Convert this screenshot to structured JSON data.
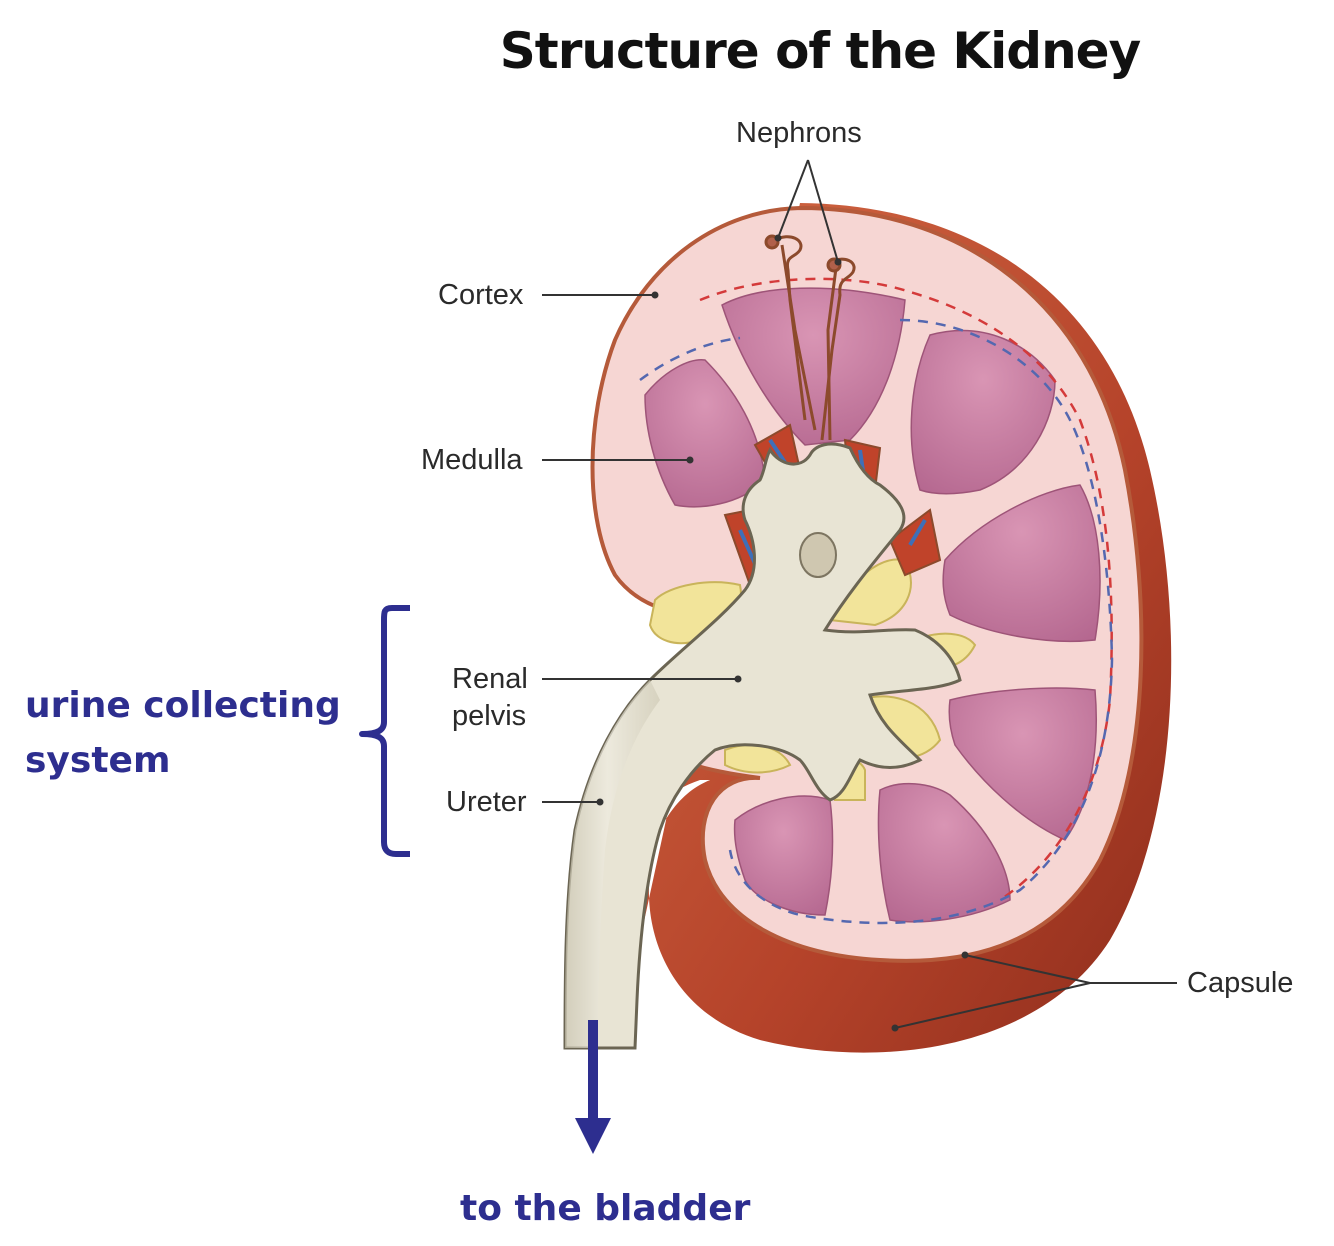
{
  "title": "Structure of the Kidney",
  "labels": {
    "nephrons": "Nephrons",
    "cortex": "Cortex",
    "medulla": "Medulla",
    "renal_pelvis_line1": "Renal",
    "renal_pelvis_line2": "pelvis",
    "ureter": "Ureter",
    "capsule": "Capsule"
  },
  "annotations": {
    "collecting_line1": "urine collecting",
    "collecting_line2": "system",
    "bladder": "to the bladder"
  },
  "colors": {
    "annotation_blue": "#2d2e8f",
    "capsule_red": "#b54628",
    "cortex_pink": "#f6d6d3",
    "medulla_purple": "#c27a9e",
    "pelvis_beige": "#e8e4d4",
    "fat_yellow": "#f2e49a"
  }
}
